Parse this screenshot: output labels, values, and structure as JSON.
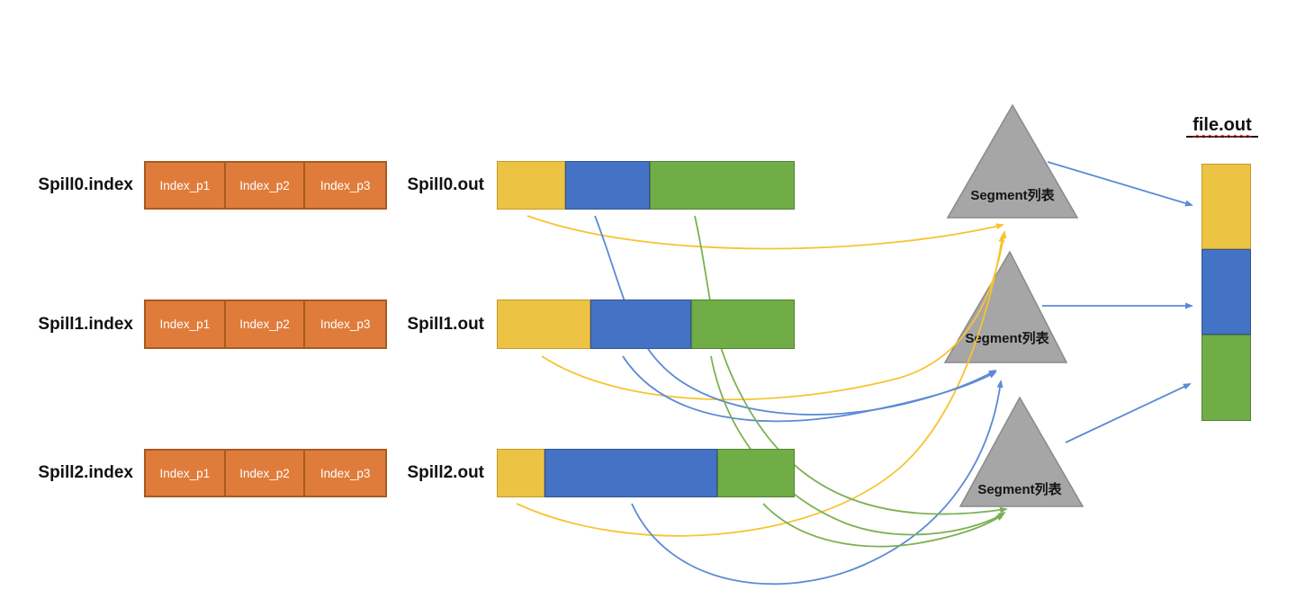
{
  "diagram": {
    "rows": [
      {
        "index_label": "Spill0.index",
        "out_label": "Spill0.out",
        "cells": [
          "Index_p1",
          "Index_p2",
          "Index_p3"
        ]
      },
      {
        "index_label": "Spill1.index",
        "out_label": "Spill1.out",
        "cells": [
          "Index_p1",
          "Index_p2",
          "Index_p3"
        ]
      },
      {
        "index_label": "Spill2.index",
        "out_label": "Spill2.out",
        "cells": [
          "Index_p1",
          "Index_p2",
          "Index_p3"
        ]
      }
    ],
    "segment_lists": [
      {
        "label": "Segment列表"
      },
      {
        "label": "Segment列表"
      },
      {
        "label": "Segment列表"
      }
    ],
    "file_out_label": "file.out",
    "colors": {
      "box_orange": "#E07C3B",
      "segment_yellow": "#EDC343",
      "segment_blue": "#4472C4",
      "segment_green": "#70AD47",
      "triangle_gray": "#A6A6A6",
      "arrow_yellow": "#F7C431",
      "arrow_blue": "#5B8BD5",
      "arrow_green": "#7CB152"
    }
  }
}
